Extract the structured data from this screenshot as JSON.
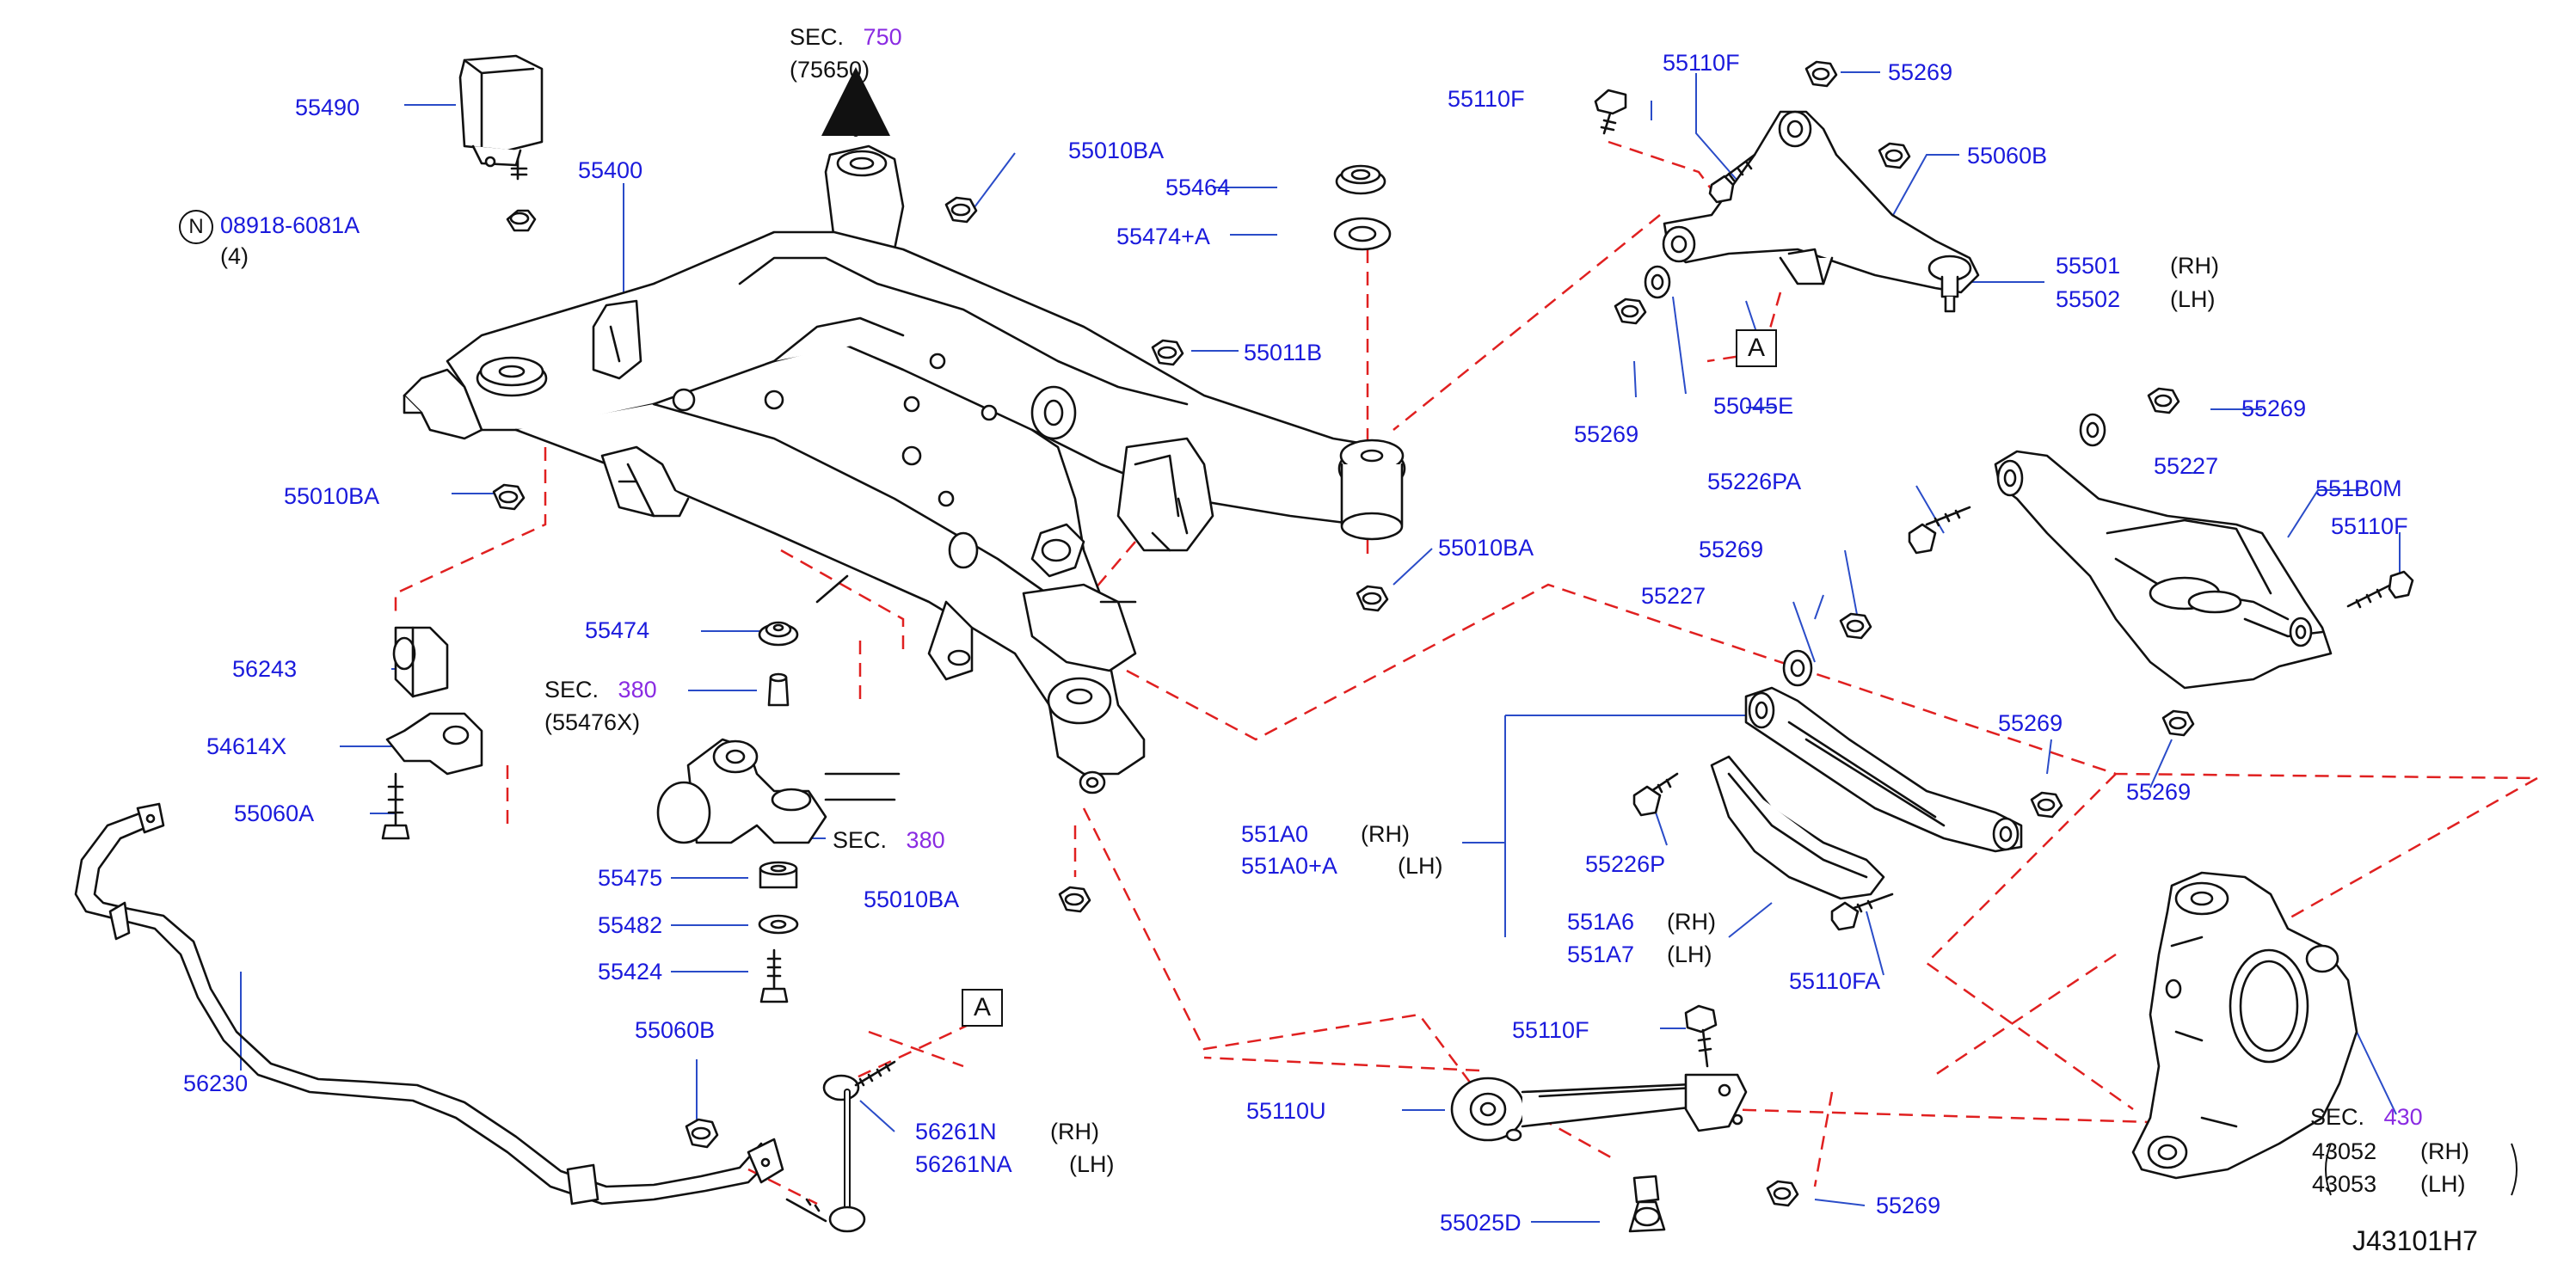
{
  "diagram": {
    "ref_code": "J43101H7",
    "sections": {
      "sec750": {
        "prefix": "SEC.",
        "num": "750",
        "sub": "(75650)"
      },
      "sec380a": {
        "prefix": "SEC.",
        "num": "380",
        "sub": "(55476X)"
      },
      "sec380b": {
        "prefix": "SEC.",
        "num": "380"
      },
      "sec430": {
        "prefix": "SEC.",
        "num": "430"
      }
    },
    "box_labels": {
      "a1": "A",
      "a2": "A"
    },
    "n_mark": "N",
    "qty_note": "(4)",
    "side": {
      "rh": "(RH)",
      "lh": "(LH)"
    },
    "colors": {
      "part_number": "#1a1adc",
      "section_number": "#8a2be2",
      "leader": "#2a4cc8",
      "dashed": "#e02020",
      "line_art": "#111111"
    },
    "parts": {
      "p55490": "55490",
      "p08918": "08918-6081A",
      "p55400": "55400",
      "p55010BA_top": "55010BA",
      "p55464": "55464",
      "p55474A": "55474+A",
      "p55011B": "55011B",
      "p55010BA_left": "55010BA",
      "p55010BA_right": "55010BA",
      "p55010BA_bottom": "55010BA",
      "p56243": "56243",
      "p54614X": "54614X",
      "p55060A": "55060A",
      "p55474": "55474",
      "p55475": "55475",
      "p55482": "55482",
      "p55424": "55424",
      "p56230": "56230",
      "p55060B": "55060B",
      "p56261N": "56261N",
      "p56261NA": "56261NA",
      "p55110F_1": "55110F",
      "p55110F_2": "55110F",
      "p55269_1": "55269",
      "p55060B_r": "55060B",
      "p55501": "55501",
      "p55502": "55502",
      "p55045E": "55045E",
      "p55269_2": "55269",
      "p55269_3": "55269",
      "p55227_1": "55227",
      "p55226PA": "55226PA",
      "p551B0M": "551B0M",
      "p55110F_3": "55110F",
      "p55269_4": "55269",
      "p55227_2": "55227",
      "p55269_5": "55269",
      "p55269_6": "55269",
      "p551A0": "551A0",
      "p551A0A": "551A0+A",
      "p55226P": "55226P",
      "p551A6": "551A6",
      "p551A7": "551A7",
      "p55110FA": "55110FA",
      "p55110F_4": "55110F",
      "p55110U": "55110U",
      "p55025D": "55025D",
      "p55269_7": "55269",
      "p43052": "43052",
      "p43053": "43053"
    }
  }
}
